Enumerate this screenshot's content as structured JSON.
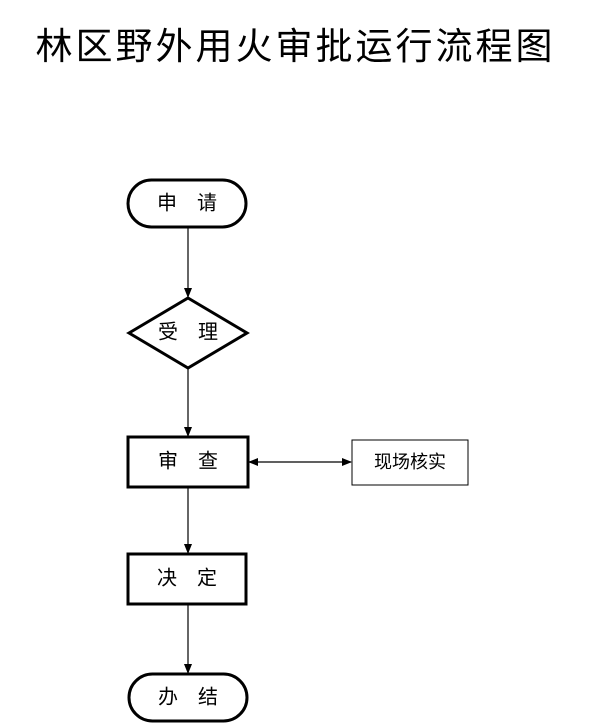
{
  "title": "林区野外用火审批运行流程图",
  "nodes": {
    "apply": "申　请",
    "accept": "受　理",
    "review": "审　查",
    "onsite": "现场核实",
    "decide": "决　定",
    "complete": "办　结"
  }
}
